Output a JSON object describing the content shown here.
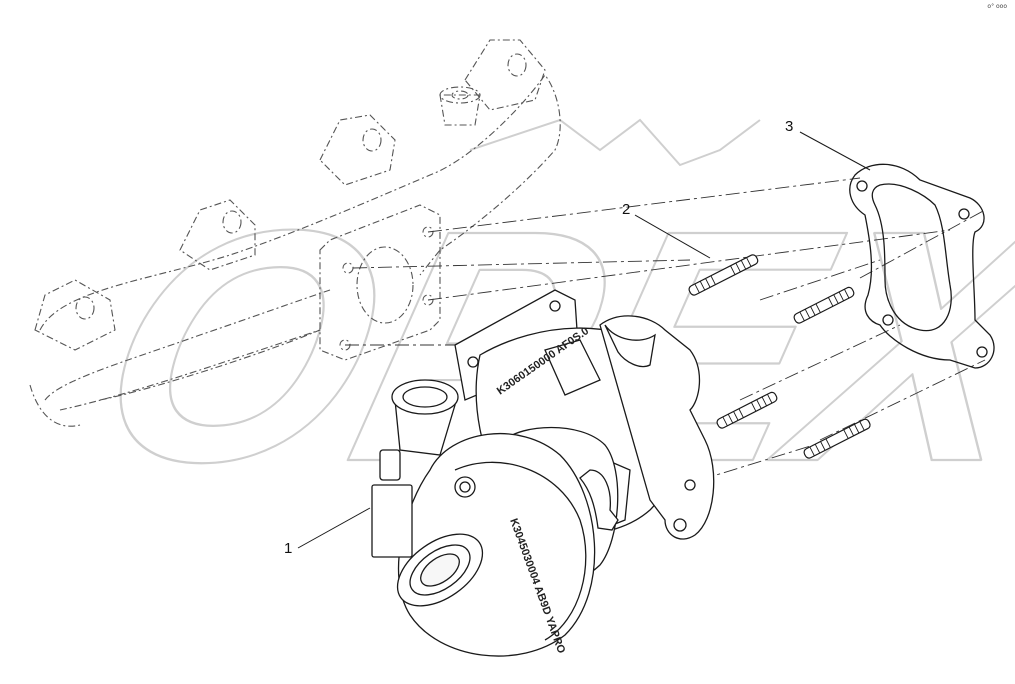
{
  "figure": {
    "watermark_text": "OPEX",
    "corner_mark": "o° ooo",
    "callouts": [
      {
        "id": "1",
        "label": "1",
        "part": "turbocharger"
      },
      {
        "id": "2",
        "label": "2",
        "part": "stud"
      },
      {
        "id": "3",
        "label": "3",
        "part": "gasket"
      }
    ],
    "engravings": {
      "turbine_housing": "K3045030004 AB9D YAPRO",
      "compressor_housing": "K3060150000 AF0S.0"
    },
    "colors": {
      "line": "#1a1a1a",
      "ghost": "#555555",
      "watermark": "#cfcfcf",
      "background": "#ffffff"
    }
  }
}
